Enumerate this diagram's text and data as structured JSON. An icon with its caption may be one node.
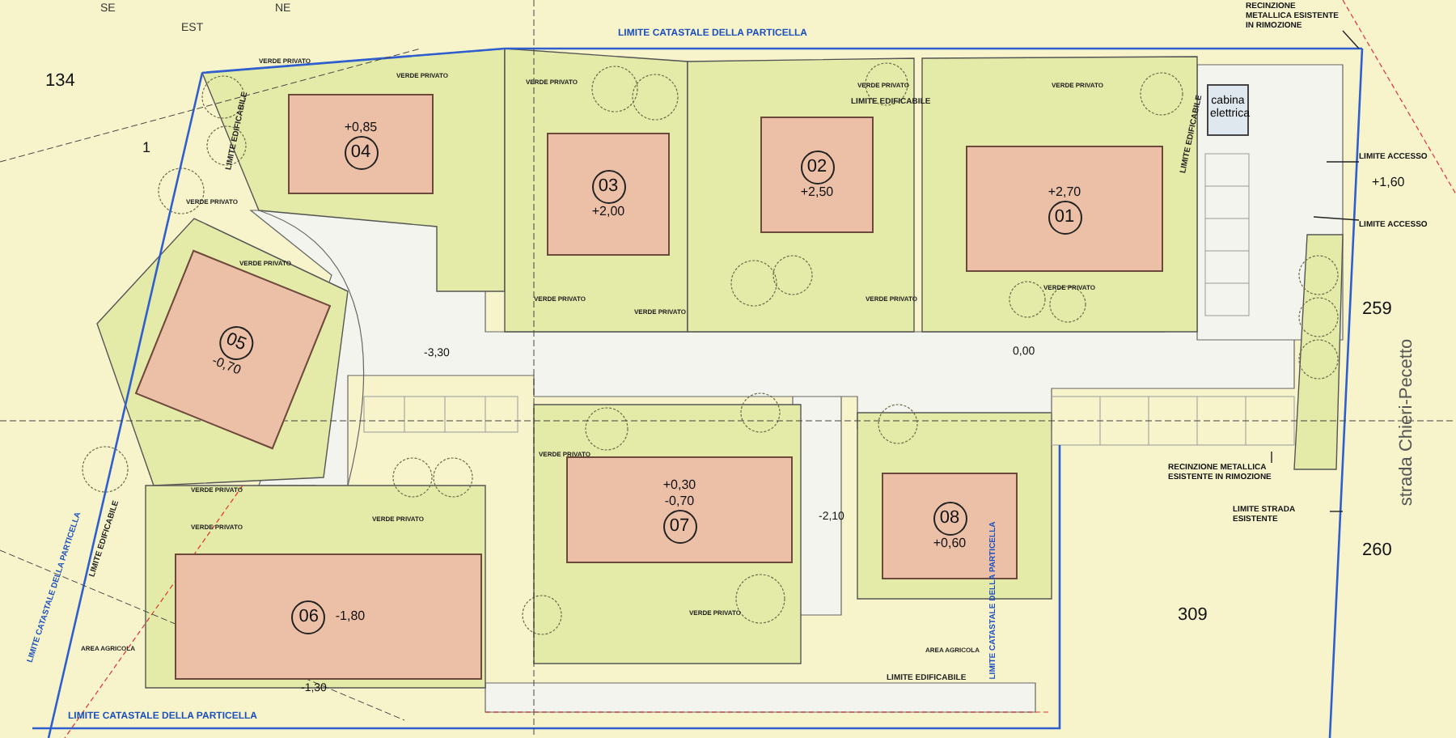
{
  "diagram": {
    "nodes": [
      {
        "text": [
          "+0,85",
          "04"
        ]
      },
      {
        "text": [
          "03",
          "+2,00"
        ]
      },
      {
        "text": [
          "02",
          "+2,50"
        ]
      },
      {
        "text": [
          "+2,70",
          "01"
        ]
      },
      {
        "text": [
          "05",
          "-0,70"
        ]
      },
      {
        "text": [
          "06",
          "-1,80"
        ]
      },
      {
        "text": [
          "+0,30",
          "-0,70",
          "07"
        ]
      },
      {
        "text": [
          "08",
          "+0,60"
        ]
      },
      {
        "text": [
          "cabina elettrica"
        ]
      },
      {
        "text": [
          "RECINZIONE METALLICA ESISTENTE IN RIMOZIONE"
        ]
      },
      {
        "text": [
          "RECINZIONE METALLICA ESISTENTE IN RIMOZIONE"
        ]
      },
      {
        "text": [
          "LIMITE STRADA ESISTENTE"
        ]
      },
      {
        "text": [
          "LIMITE ACCESSO"
        ]
      },
      {
        "text": [
          "LIMITE ACCESSO"
        ]
      }
    ],
    "edges": [
      {
        "from": 9,
        "to": null,
        "arrow": "none"
      },
      {
        "from": 10,
        "to": null,
        "arrow": "none"
      },
      {
        "from": 11,
        "to": null,
        "arrow": "none"
      },
      {
        "from": 12,
        "to": null,
        "arrow": "none"
      },
      {
        "from": 13,
        "to": null,
        "arrow": "none"
      }
    ],
    "labels": [
      "SE",
      "EST",
      "NE",
      "134",
      "LIMITE CATASTALE DELLA PARTICELLA",
      "1",
      "VERDE PRIVATO",
      "VERDE PRIVATO",
      "VERDE PRIVATO",
      "VERDE PRIVATO",
      "VERDE PRIVATO",
      "LIMITE EDIFICABILE",
      "VERDE PRIVATO",
      "LIMITE EDIFICABILE",
      "VERDE PRIVATO",
      "VERDE PRIVATO",
      "VERDE PRIVATO",
      "VERDE PRIVATO",
      "VERDE PRIVATO",
      "LIMITE EDIFICABILE",
      "+1,60",
      "-3,30",
      "0,00",
      "259",
      "strada Chieri-Pecetto",
      "VERDE PRIVATO",
      "VERDE PRIVATO",
      "VERDE PRIVATO",
      "VERDE PRIVATO",
      "-2,10",
      "VERDE PRIVATO",
      "AREA AGRICOLA",
      "LIMITE EDIFICABILE",
      "LIMITE CATASTALE DELLA PARTICELLA",
      "LIMITE CATASTALE DELLA PARTICELLA",
      "260",
      "309",
      "AREA AGRICOLA",
      "LIMITE EDIFICABILE",
      "-1,30",
      "LIMITE CATASTALE DELLA PARTICELLA"
    ]
  }
}
